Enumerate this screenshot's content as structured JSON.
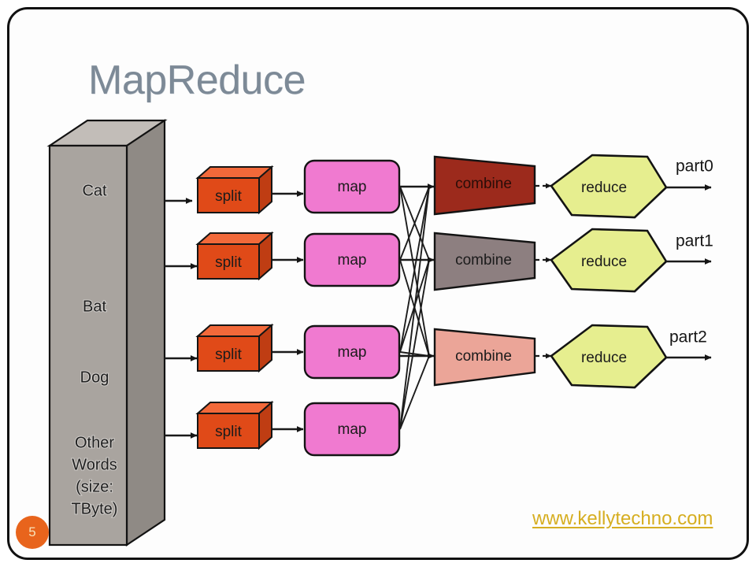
{
  "slide": {
    "title": "MapReduce",
    "page_number": "5",
    "footer_url": "www.kellytechno.com",
    "title_color": "#7d8a97",
    "badge_color": "#e8641c",
    "url_color": "#d6ae21"
  },
  "input_block": {
    "name": "input-data-block",
    "lines": [
      "Cat",
      "Bat",
      "Dog",
      "Other",
      "Words",
      "(size:",
      "TByte)"
    ],
    "items": [
      {
        "label": "Cat"
      },
      {
        "label": "Bat"
      },
      {
        "label": "Dog"
      },
      {
        "label": "Other Words (size: TByte)"
      }
    ],
    "face_color": "#a8a39e",
    "top_color": "#c0bbb6",
    "side_color": "#8d8883"
  },
  "splits": [
    {
      "label": "split",
      "color": "#e04a18"
    },
    {
      "label": "split",
      "color": "#e04a18"
    },
    {
      "label": "split",
      "color": "#e04a18"
    },
    {
      "label": "split",
      "color": "#e04a18"
    }
  ],
  "maps": [
    {
      "label": "map",
      "color": "#f07ad0"
    },
    {
      "label": "map",
      "color": "#f07ad0"
    },
    {
      "label": "map",
      "color": "#f07ad0"
    },
    {
      "label": "map",
      "color": "#f07ad0"
    }
  ],
  "combines": [
    {
      "label": "combine",
      "color": "#9c2a1c"
    },
    {
      "label": "combine",
      "color": "#8d7f80"
    },
    {
      "label": "combine",
      "color": "#eba598"
    }
  ],
  "reduces": [
    {
      "label": "reduce",
      "color": "#e6ee8f"
    },
    {
      "label": "reduce",
      "color": "#e6ee8f"
    },
    {
      "label": "reduce",
      "color": "#e6ee8f"
    }
  ],
  "outputs": [
    {
      "label": "part0"
    },
    {
      "label": "part1"
    },
    {
      "label": "part2"
    }
  ]
}
